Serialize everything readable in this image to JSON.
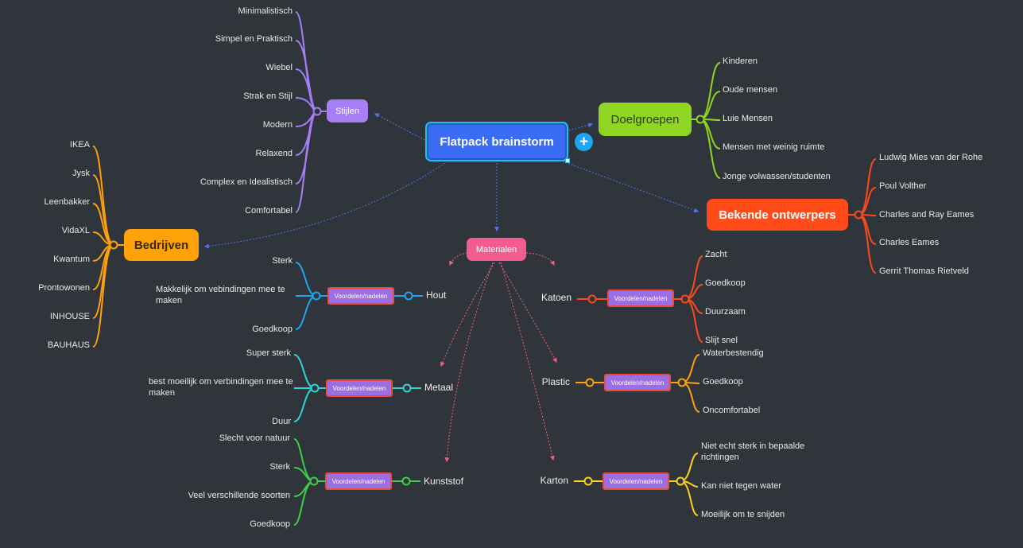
{
  "central": "Flatpack brainstorm",
  "colors": {
    "background": "#30343b",
    "central": "#3b6cf6",
    "stijlen": "#a67ef5",
    "doelgroepen": "#8fd622",
    "ontwerpers": "#ff4a1a",
    "bedrijven": "#ffa20a",
    "materialen": "#f25c8e"
  },
  "branches": {
    "stijlen": {
      "label": "Stijlen",
      "items": [
        "Minimalistisch",
        "Simpel en Praktisch",
        "Wiebel",
        "Strak en Stijl",
        "Modern",
        "Relaxend",
        "Complex en Idealistisch",
        "Comfortabel"
      ]
    },
    "doelgroepen": {
      "label": "Doelgroepen",
      "items": [
        "Kinderen",
        "Oude mensen",
        "Luie Mensen",
        "Mensen met weinig ruimte",
        "Jonge volwassen/studenten"
      ]
    },
    "ontwerpers": {
      "label": "Bekende ontwerpers",
      "items": [
        "Ludwig Mies van der Rohe",
        "Poul Volther",
        "Charles and Ray Eames",
        "Charles Eames",
        "Gerrit Thomas Rietveld"
      ]
    },
    "bedrijven": {
      "label": "Bedrijven",
      "items": [
        "IKEA",
        "Jysk",
        "Leenbakker",
        "VidaXL",
        "Kwantum",
        "Prontowonen",
        "INHOUSE",
        "BAUHAUS"
      ]
    },
    "materialen": {
      "label": "Materialen",
      "vn_label": "Voordelen/nadelen",
      "hout": {
        "label": "Hout",
        "items": [
          "Sterk",
          "Makkelijk om vebindingen mee te maken",
          "Goedkoop"
        ]
      },
      "metaal": {
        "label": "Metaal",
        "items": [
          "Super sterk",
          "best moeilijk om verbindingen mee te maken",
          "Duur"
        ]
      },
      "kunststof": {
        "label": "Kunststof",
        "items": [
          "Slecht voor natuur",
          "Sterk",
          "Veel verschillende soorten",
          "Goedkoop"
        ]
      },
      "katoen": {
        "label": "Katoen",
        "items": [
          "Zacht",
          "Goedkoop",
          "Duurzaam",
          "Slijt snel"
        ]
      },
      "plastic": {
        "label": "Plastic",
        "items": [
          "Waterbestendig",
          "Goedkoop",
          "Oncomfortabel"
        ]
      },
      "karton": {
        "label": "Karton",
        "items": [
          "Niet echt sterk in bepaalde richtingen",
          "Kan niet tegen water",
          "Moeilijk om te snijden"
        ]
      }
    }
  }
}
